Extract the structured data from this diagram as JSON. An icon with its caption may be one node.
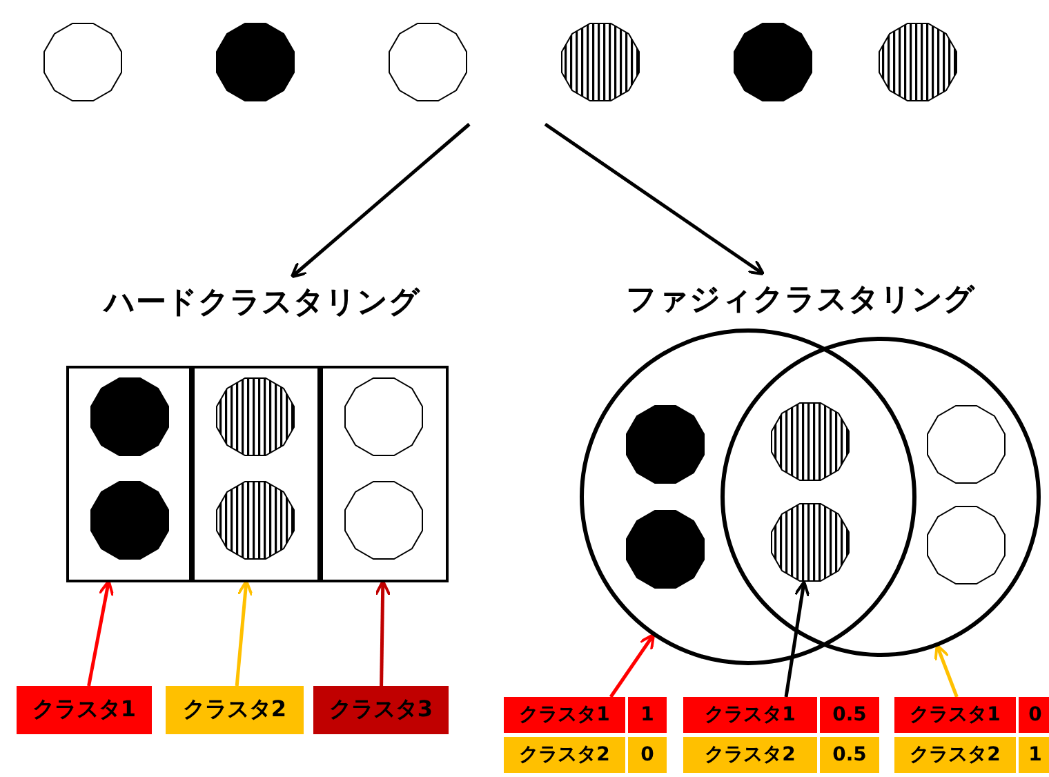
{
  "diagram": {
    "nodes": [
      {
        "text": [],
        "shape": "circle"
      },
      {
        "text": [],
        "shape": "circle"
      },
      {
        "text": [],
        "shape": "circle"
      },
      {
        "text": [],
        "shape": "circle"
      },
      {
        "text": [],
        "shape": "circle"
      },
      {
        "text": [],
        "shape": "circle"
      },
      {
        "text": [
          "ハードクラスタリング"
        ]
      },
      {
        "text": [
          "ファジィクラスタリング"
        ]
      },
      {
        "text": [],
        "shape": "box"
      },
      {
        "text": [],
        "shape": "box"
      },
      {
        "text": [],
        "shape": "box"
      },
      {
        "text": [],
        "shape": "circle",
        "in": 8
      },
      {
        "text": [],
        "shape": "circle",
        "in": 8
      },
      {
        "text": [],
        "shape": "circle",
        "in": 9
      },
      {
        "text": [],
        "shape": "circle",
        "in": 9
      },
      {
        "text": [],
        "shape": "circle",
        "in": 10
      },
      {
        "text": [],
        "shape": "circle",
        "in": 10
      },
      {
        "text": [
          "クラスタ1"
        ]
      },
      {
        "text": [
          "クラスタ2"
        ]
      },
      {
        "text": [
          "クラスタ3"
        ]
      },
      {
        "text": [],
        "shape": "circle"
      },
      {
        "text": [],
        "shape": "circle"
      },
      {
        "text": [],
        "shape": "circle",
        "in": 20
      },
      {
        "text": [],
        "shape": "circle",
        "in": 20
      },
      {
        "text": [],
        "shape": "circle"
      },
      {
        "text": [],
        "shape": "circle"
      },
      {
        "text": [],
        "shape": "circle",
        "in": 21
      },
      {
        "text": [],
        "shape": "circle",
        "in": 21
      },
      {
        "text": [
          "クラスタ1",
          "1",
          "クラスタ2",
          "0"
        ]
      },
      {
        "text": [
          "クラスタ1",
          "0.5",
          "クラスタ2",
          "0.5"
        ]
      },
      {
        "text": [
          "クラスタ1",
          "0",
          "クラスタ2",
          "1"
        ]
      }
    ],
    "edges": [
      {
        "from": null,
        "to": 6,
        "arrow": "to"
      },
      {
        "from": null,
        "to": 7,
        "arrow": "to"
      },
      {
        "from": 17,
        "to": 8,
        "arrow": "to",
        "color": "#ff0000"
      },
      {
        "from": 18,
        "to": 9,
        "arrow": "to",
        "color": "#ffc000"
      },
      {
        "from": 19,
        "to": 10,
        "arrow": "to",
        "color": "#c00000"
      },
      {
        "from": 28,
        "to": 20,
        "arrow": "to",
        "color": "#ff0000"
      },
      {
        "from": 29,
        "to": 25,
        "arrow": "to"
      },
      {
        "from": 30,
        "to": 21,
        "arrow": "to",
        "color": "#ffc000"
      }
    ]
  }
}
